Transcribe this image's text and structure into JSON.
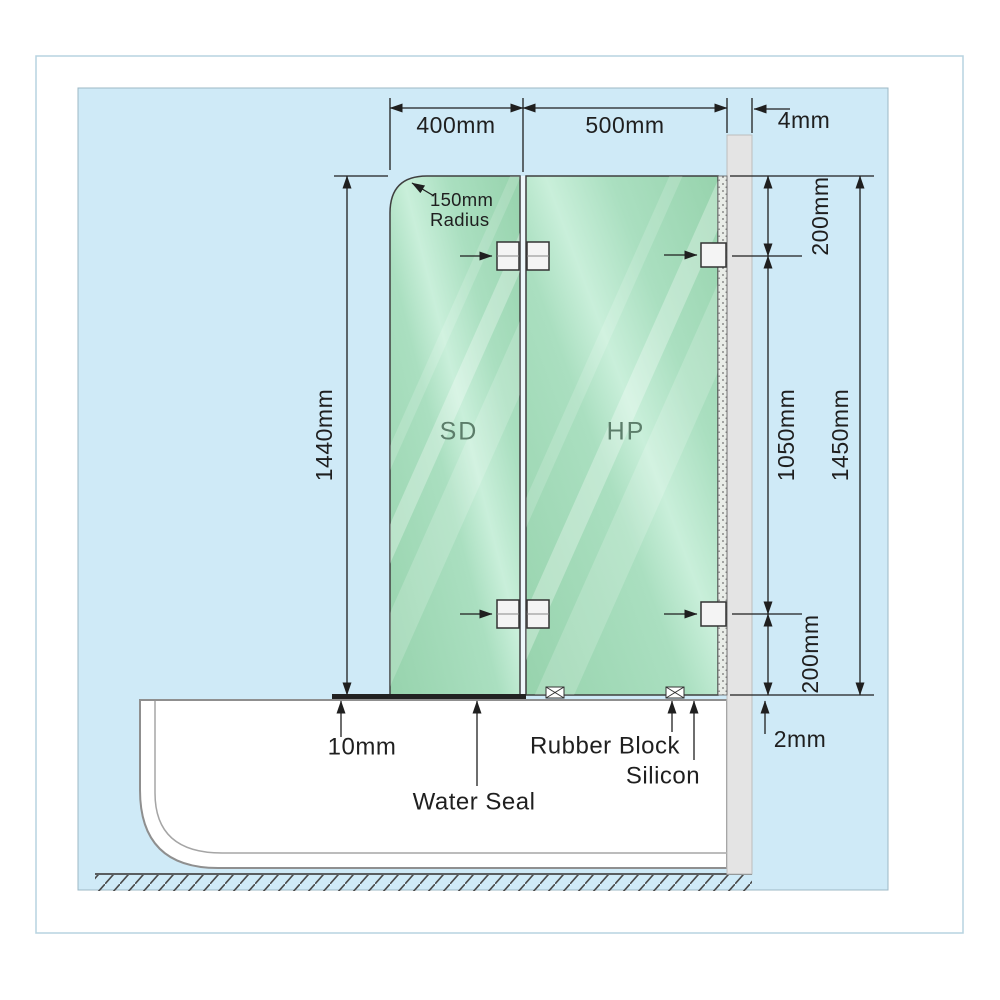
{
  "colors": {
    "wall": "#cfeaf7",
    "wall_border": "#9db8c6",
    "frame": "#b7d3e0",
    "glass_dark": "#97d3ad",
    "glass_mid": "#aadfc0",
    "glass_light": "#c9efda",
    "wall_strip": "#e4e4e4",
    "line": "#1f1f1f",
    "tub_outline": "#8f8f8f"
  },
  "top": {
    "sd_width": "400mm",
    "hp_width": "500mm",
    "glass_thickness": "4mm"
  },
  "corner": {
    "radius_value": "150mm",
    "radius_word": "Radius"
  },
  "left": {
    "sd_height": "1440mm"
  },
  "right": {
    "top_hinge_offset": "200mm",
    "hinge_spacing": "1050mm",
    "total_height": "1450mm",
    "bottom_hinge_offset": "200mm",
    "bottom_gap": "2mm"
  },
  "panels": {
    "sd": "SD",
    "hp": "HP"
  },
  "bottom": {
    "seal_overhang": "10mm",
    "water_seal": "Water Seal",
    "rubber_block": "Rubber Block",
    "silicon": "Silicon"
  }
}
